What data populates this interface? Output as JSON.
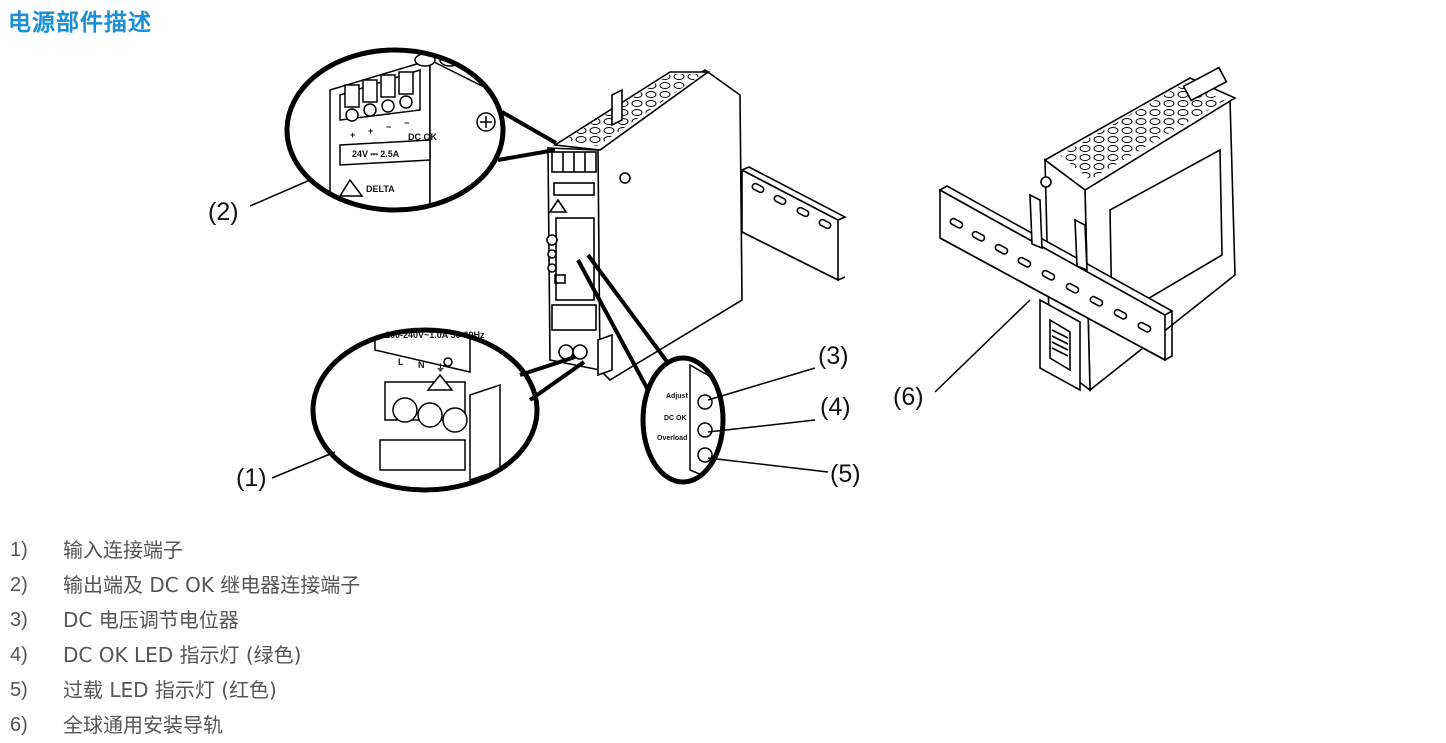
{
  "title": "电源部件描述",
  "figure": {
    "callouts": [
      {
        "id": "c1",
        "label": "(1)"
      },
      {
        "id": "c2",
        "label": "(2)"
      },
      {
        "id": "c3",
        "label": "(3)"
      },
      {
        "id": "c4",
        "label": "(4)"
      },
      {
        "id": "c5",
        "label": "(5)"
      },
      {
        "id": "c6",
        "label": "(6)"
      }
    ],
    "zoom_top": {
      "polarity": [
        "+",
        "+",
        "−",
        "−"
      ],
      "rating": "24V ⎓ 2.5A",
      "dcok": "DC OK",
      "brand": "DELTA"
    },
    "zoom_bottom": {
      "rating": "100-240V~1.0A 50-60Hz",
      "terminals": [
        "L",
        "N",
        "⏚"
      ]
    },
    "zoom_right": {
      "adjust": "Adjust",
      "dcok": "DC OK",
      "overload": "Overload"
    },
    "line_color": "#000000"
  },
  "legend": {
    "items": [
      {
        "num": "1)",
        "text": "输入连接端子"
      },
      {
        "num": "2)",
        "text": "输出端及 DC OK 继电器连接端子"
      },
      {
        "num": "3)",
        "text": "DC 电压调节电位器"
      },
      {
        "num": "4)",
        "text": "DC OK LED 指示灯 (绿色)"
      },
      {
        "num": "5)",
        "text": "过载 LED 指示灯 (红色)"
      },
      {
        "num": "6)",
        "text": "全球通用安装导轨"
      }
    ]
  },
  "colors": {
    "title": "#1a8fd6",
    "legend_text": "#555555"
  }
}
